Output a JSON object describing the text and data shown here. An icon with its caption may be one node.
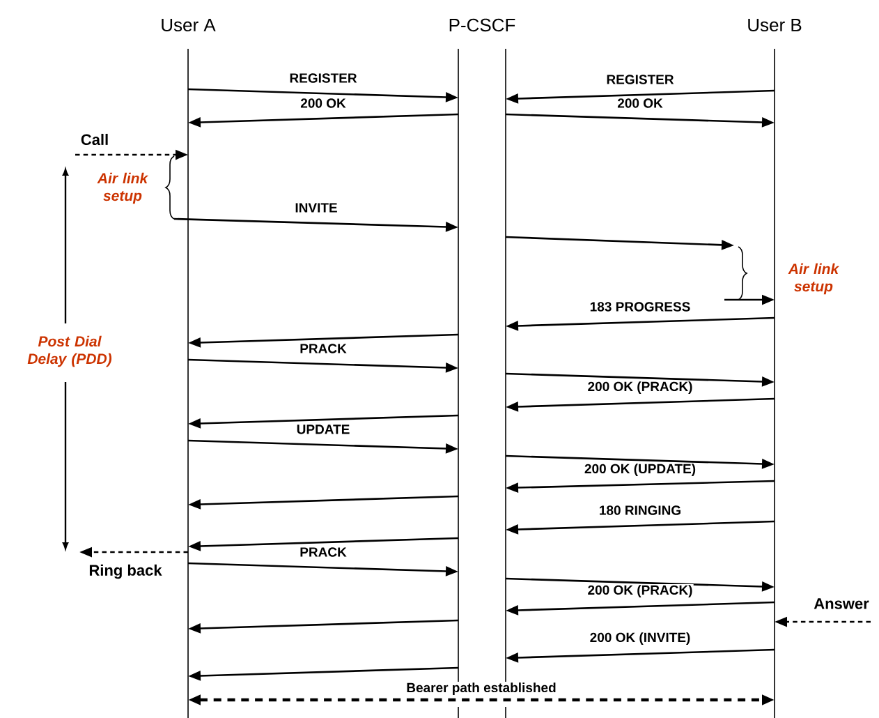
{
  "diagram": {
    "nodes": [
      {
        "text": [
          "User A"
        ]
      },
      {
        "text": [
          "P-CSCF"
        ]
      },
      {
        "text": [
          "User B"
        ]
      },
      {
        "text": [
          "Call"
        ]
      },
      {
        "text": [
          "Ring back"
        ]
      },
      {
        "text": [
          "Answer"
        ]
      }
    ],
    "edges": [
      {
        "from": 0,
        "to": 1,
        "arrow": "to",
        "label": "REGISTER"
      },
      {
        "from": 2,
        "to": 1,
        "arrow": "to",
        "label": "REGISTER"
      },
      {
        "from": 1,
        "to": 0,
        "arrow": "to",
        "label": "200 OK"
      },
      {
        "from": 1,
        "to": 2,
        "arrow": "to",
        "label": "200 OK"
      },
      {
        "from": 3,
        "to": 0,
        "arrow": "to",
        "style": "dashed"
      },
      {
        "from": 0,
        "to": 1,
        "arrow": "to",
        "label": "INVITE"
      },
      {
        "from": 1,
        "to": 2,
        "arrow": "to"
      },
      {
        "from": null,
        "to": 2,
        "arrow": "to"
      },
      {
        "from": 2,
        "to": 1,
        "arrow": "to",
        "label": "183 PROGRESS"
      },
      {
        "from": 1,
        "to": 0,
        "arrow": "to"
      },
      {
        "from": 0,
        "to": 1,
        "arrow": "to",
        "label": "PRACK"
      },
      {
        "from": 1,
        "to": 2,
        "arrow": "to"
      },
      {
        "from": 2,
        "to": 1,
        "arrow": "to",
        "label": "200 OK (PRACK)"
      },
      {
        "from": 1,
        "to": 0,
        "arrow": "to"
      },
      {
        "from": 0,
        "to": 1,
        "arrow": "to",
        "label": "UPDATE"
      },
      {
        "from": 1,
        "to": 2,
        "arrow": "to"
      },
      {
        "from": 2,
        "to": 1,
        "arrow": "to",
        "label": "200 OK (UPDATE)"
      },
      {
        "from": 1,
        "to": 0,
        "arrow": "to"
      },
      {
        "from": 2,
        "to": 1,
        "arrow": "to",
        "label": "180 RINGING"
      },
      {
        "from": 1,
        "to": 0,
        "arrow": "to"
      },
      {
        "from": 0,
        "to": 4,
        "arrow": "to",
        "style": "dashed"
      },
      {
        "from": 0,
        "to": 1,
        "arrow": "to",
        "label": "PRACK"
      },
      {
        "from": 1,
        "to": 2,
        "arrow": "to"
      },
      {
        "from": 2,
        "to": 1,
        "arrow": "to",
        "label": "200 OK (PRACK)"
      },
      {
        "from": 5,
        "to": 2,
        "arrow": "to",
        "style": "dashed"
      },
      {
        "from": 1,
        "to": 0,
        "arrow": "to"
      },
      {
        "from": 2,
        "to": 1,
        "arrow": "to",
        "label": "200 OK (INVITE)"
      },
      {
        "from": 1,
        "to": 0,
        "arrow": "to"
      },
      {
        "from": 0,
        "to": 2,
        "arrow": "both",
        "label": "Bearer path established",
        "style": "dashed"
      }
    ],
    "labels": [
      "Air link setup",
      "Post Dial Delay (PDD)",
      "Air link setup"
    ]
  }
}
